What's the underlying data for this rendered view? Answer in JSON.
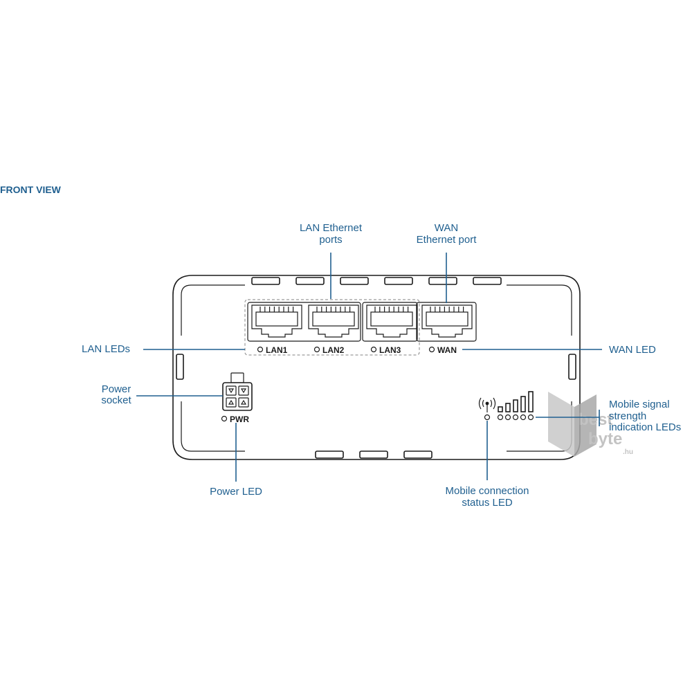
{
  "title": "FRONT VIEW",
  "callouts": {
    "lan_ethernet_ports": [
      "LAN Ethernet",
      "ports"
    ],
    "wan_ethernet_port": [
      "WAN",
      "Ethernet port"
    ],
    "lan_leds": "LAN LEDs",
    "wan_led": "WAN LED",
    "power_socket": [
      "Power",
      "socket"
    ],
    "power_led": "Power LED",
    "mobile_signal_leds": [
      "Mobile signal",
      "strength",
      "indication LEDs"
    ],
    "mobile_connection_led": [
      "Mobile connection",
      "status LED"
    ]
  },
  "port_labels": {
    "lan1": "LAN1",
    "lan2": "LAN2",
    "lan3": "LAN3",
    "wan": "WAN",
    "pwr": "PWR"
  },
  "watermark": {
    "line1": "best",
    "line2": "byte",
    "suffix": ".hu"
  },
  "colors": {
    "accent": "#1f5f8f",
    "outline": "#1a1a1a",
    "watermark": "#b9b9b9"
  }
}
